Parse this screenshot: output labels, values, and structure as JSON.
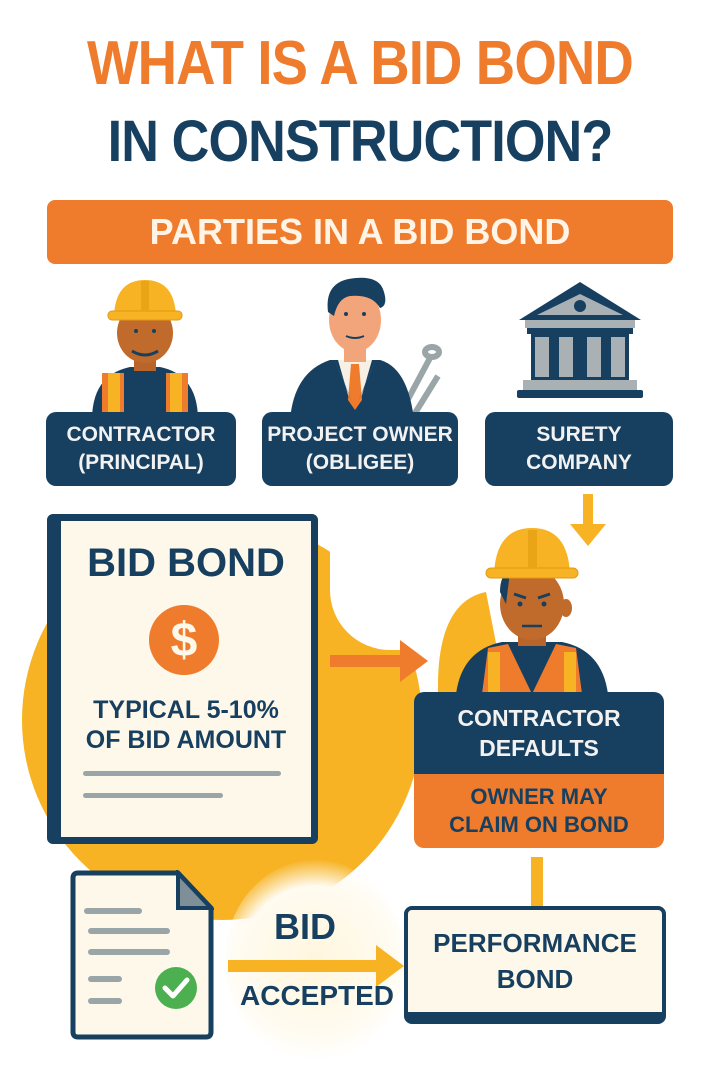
{
  "title": {
    "line1": "WHAT IS A BID BOND",
    "line2": "IN CONSTRUCTION?"
  },
  "banner": {
    "label": "PARTIES IN A BID BOND"
  },
  "parties": [
    {
      "icon": "construction-worker-icon",
      "line1": "CONTRACTOR",
      "line2": "(PRINCIPAL)"
    },
    {
      "icon": "businessman-icon",
      "line1": "PROJECT OWNER",
      "line2": "(OBLIGEE)"
    },
    {
      "icon": "bank-building-icon",
      "line1": "SURETY",
      "line2": "COMPANY"
    }
  ],
  "bid_bond_doc": {
    "title": "BID BOND",
    "symbol": "$",
    "line1": "TYPICAL 5-10%",
    "line2": "OF BID AMOUNT"
  },
  "default_scenario": {
    "icon": "worried-worker-icon",
    "status_line1": "CONTRACTOR",
    "status_line2": "DEFAULTS",
    "result_line1": "OWNER MAY",
    "result_line2": "CLAIM ON BOND"
  },
  "acceptance": {
    "icon": "approved-document-icon",
    "label_top": "BID",
    "label_bottom": "ACCEPTED"
  },
  "performance_bond": {
    "line1": "PERFORMANCE",
    "line2": "BOND"
  },
  "colors": {
    "orange": "#EF7B2D",
    "navy": "#173F5F",
    "yellow": "#F7B324",
    "cream": "#FDF8EA",
    "green": "#4CAF50",
    "gray": "#9AA5A8"
  }
}
